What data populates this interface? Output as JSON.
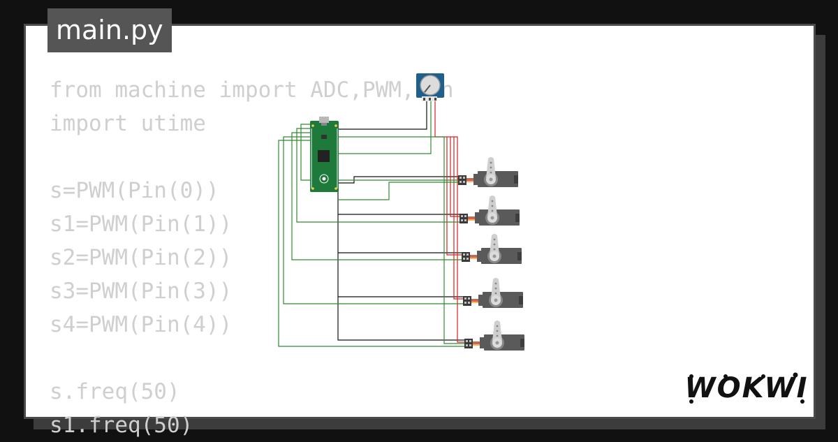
{
  "tab": {
    "filename": "main.py"
  },
  "code_lines": [
    "from machine import ADC,PWM,Pin",
    "import utime",
    "",
    "s=PWM(Pin(0))",
    "s1=PWM(Pin(1))",
    "s2=PWM(Pin(2))",
    "s3=PWM(Pin(3))",
    "s4=PWM(Pin(4))",
    "",
    "s.freq(50)",
    "s1.freq(50)"
  ],
  "brand": {
    "name": "WOKWI"
  },
  "colors": {
    "background": "#111111",
    "card": "#ffffff",
    "tab": "#555555",
    "code_text": "#cfcfcf",
    "wire_signal": "#2e8b2e",
    "wire_power": "#d62020",
    "wire_ground": "#111111",
    "pico_board": "#1e7a3a",
    "potentiometer": "#1f5f8b",
    "servo_body": "#5a5a5a",
    "servo_horn": "#cfcfcf"
  },
  "icons": {
    "board": "raspberry-pi-pico-icon",
    "potentiometer": "potentiometer-icon",
    "servo": "servo-motor-icon",
    "logo": "wokwi-logo"
  },
  "servo_count": 5
}
